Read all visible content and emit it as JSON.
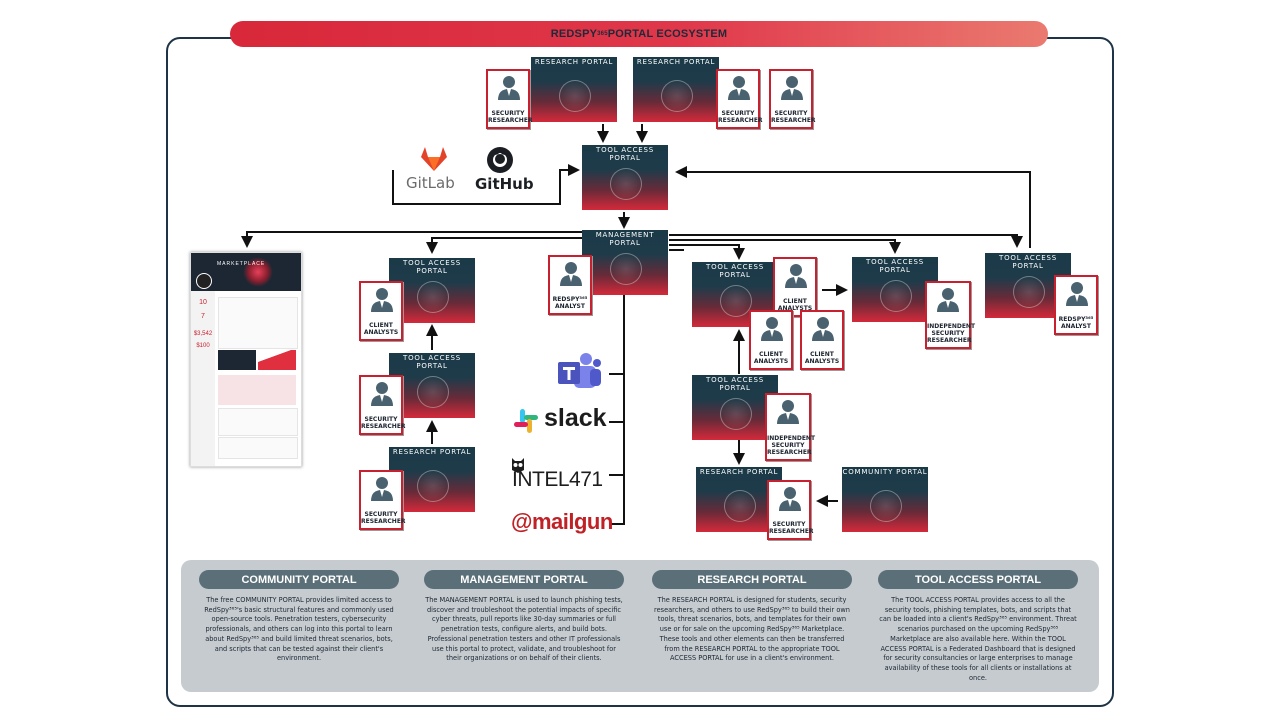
{
  "banner": {
    "title_pre": "REDSPY",
    "title_sup": "365",
    "title_post": " PORTAL ECOSYSTEM"
  },
  "portals": {
    "research_1": "RESEARCH PORTAL",
    "research_2": "RESEARCH PORTAL",
    "tool_center": "TOOL ACCESS PORTAL",
    "management": "MANAGEMENT PORTAL",
    "tool_left_top": "TOOL ACCESS PORTAL",
    "tool_left_mid": "TOOL ACCESS PORTAL",
    "research_left": "RESEARCH PORTAL",
    "tool_right_a": "TOOL ACCESS PORTAL",
    "tool_right_b": "TOOL ACCESS PORTAL",
    "tool_right_c": "TOOL ACCESS PORTAL",
    "tool_right_d": "TOOL ACCESS PORTAL",
    "research_right": "RESEARCH PORTAL",
    "community": "COMMUNITY PORTAL"
  },
  "people": {
    "sr1": "SECURITY RESEARCHER",
    "sr2": "SECURITY RESEARCHER",
    "sr3": "SECURITY RESEARCHER",
    "redspy_analyst_1": "REDSPY³⁶⁵ ANALYST",
    "client_analysts_left": "CLIENT ANALYSTS",
    "sr_left_mid": "SECURITY RESEARCHER",
    "sr_left_bottom": "SECURITY RESEARCHER",
    "client_analysts_a": "CLIENT ANALYSTS",
    "client_analysts_b": "CLIENT ANALYSTS",
    "client_analysts_c": "CLIENT ANALYSTS",
    "independent_1": "INDEPENDENT SECURITY RESEARCHER",
    "redspy_analyst_2": "REDSPY³⁶⁵ ANALYST",
    "independent_2": "INDEPENDENT SECURITY RESEARCHER",
    "sr_right_bottom": "SECURITY RESEARCHER"
  },
  "logos": {
    "gitlab": "GitLab",
    "github": "GitHub",
    "slack": "slack",
    "intel": "INTEL471",
    "mailgun": "@mailgun"
  },
  "screen": {
    "brand": "MARKETPLACE",
    "stat1": "10",
    "stat2": "7",
    "stat3": "$3,542",
    "stat4": "$100"
  },
  "descriptions": [
    {
      "title": "COMMUNITY PORTAL",
      "text": "The free COMMUNITY PORTAL provides limited access to RedSpy³⁶⁵'s basic structural features and commonly used open-source tools. Penetration testers, cybersecurity professionals, and others can log into this portal to learn about RedSpy³⁶⁵ and build limited threat scenarios, bots, and scripts that can be tested against their client's environment."
    },
    {
      "title": "MANAGEMENT PORTAL",
      "text": "The MANAGEMENT PORTAL is used to launch phishing tests, discover and troubleshoot the potential impacts of specific cyber threats, pull reports like 30-day summaries or full penetration tests, configure alerts, and build bots. Professional penetration testers and other IT professionals use this portal to protect, validate, and troubleshoot for their organizations or on behalf of their clients."
    },
    {
      "title": "RESEARCH PORTAL",
      "text": "The RESEARCH PORTAL is designed for students, security researchers, and others to use RedSpy³⁶⁵ to build their own tools, threat scenarios, bots, and templates for their own use or for sale on the upcoming RedSpy³⁶⁵ Marketplace. These tools and other elements can then be transferred from the RESEARCH PORTAL to the appropriate TOOL ACCESS PORTAL for use in a client's environment."
    },
    {
      "title": "TOOL ACCESS PORTAL",
      "text": "The TOOL ACCESS PORTAL provides access to all the security tools, phishing templates, bots, and scripts that can be loaded into a client's RedSpy³⁶⁵ environment. Threat scenarios purchased on the upcoming RedSpy³⁶⁵ Marketplace are also available here. Within the TOOL ACCESS PORTAL is a Federated Dashboard that is designed for security consultancies or large enterprises to manage availability of these tools for all clients or installations at once."
    }
  ],
  "colors": {
    "accent": "#d8283a",
    "navy": "#1f3347",
    "panel": "#c5cbcf",
    "pill": "#5b6f79"
  }
}
